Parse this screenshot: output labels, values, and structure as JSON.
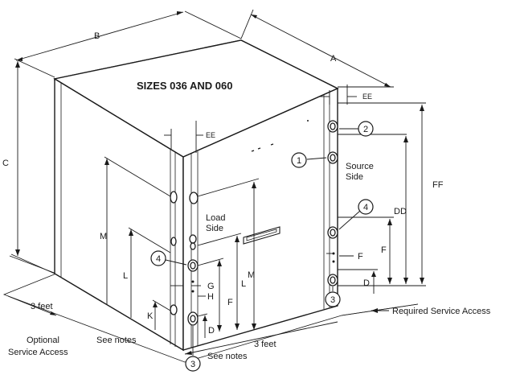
{
  "title": "SIZES 036 AND 060",
  "dimension_labels": {
    "A": "A",
    "B": "B",
    "C": "C",
    "EE_top": "EE",
    "EE_mid": "EE",
    "FF": "FF",
    "DD": "DD",
    "F_right": "F",
    "F_right2": "F",
    "D_right": "D",
    "M_left": "M",
    "L_left": "L",
    "K": "K",
    "G": "G",
    "H": "H",
    "F_front": "F",
    "D_front": "D",
    "L_front": "L",
    "M_front": "M"
  },
  "callouts": {
    "c1": "1",
    "c2": "2",
    "c3a": "3",
    "c3b": "3",
    "c4a": "4",
    "c4b": "4"
  },
  "side_labels": {
    "source_1": "Source",
    "source_2": "Side",
    "load_1": "Load",
    "load_2": "Side"
  },
  "access": {
    "three_feet_left": "3 feet",
    "three_feet_bottom": "3 feet",
    "optional_1": "Optional",
    "optional_2": "Service Access",
    "see_notes_left": "See notes",
    "see_notes_bottom": "See notes",
    "required": "Required Service Access"
  }
}
